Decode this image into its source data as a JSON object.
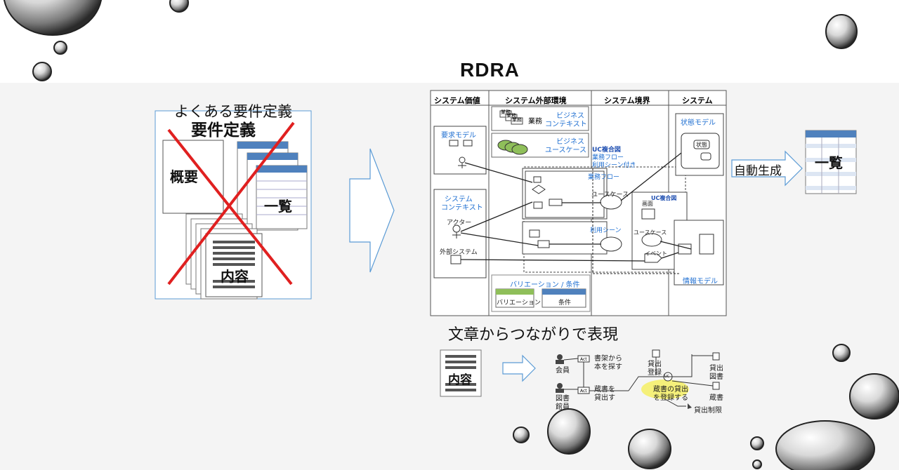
{
  "title": "RDRA",
  "left_panel": {
    "title": "よくある要件定義",
    "doc_title": "要件定義",
    "overview": "概要",
    "list": "一覧",
    "contents": "内容"
  },
  "rdra": {
    "columns": [
      "システム価値",
      "システム外部環境",
      "システム境界",
      "システム"
    ],
    "labels": {
      "business_context_1": "ビジネス",
      "business_context_2": "コンテキスト",
      "business_usecase_1": "ビジネス",
      "business_usecase_2": "ユースケース",
      "business_small_1": "業務",
      "business_small_2": "業務",
      "business_small_3": "業務",
      "business_main": "業務",
      "requirement_model": "要求モデル",
      "system_context_1": "システム",
      "system_context_2": "コンテキスト",
      "actor": "アクター",
      "external_system": "外部システム",
      "uc_composite_1": "UC複合図",
      "uc_composite_2": "業務フロー",
      "uc_composite_3": "利用シーン付き",
      "business_flow": "業務フロー",
      "usecase_1": "ユースケース",
      "usage_scene": "利用シーン",
      "uc_composite_small": "UC複合図",
      "screen": "画面",
      "usecase_2": "ユースケース",
      "event": "イベント",
      "state_model": "状態モデル",
      "state": "状態",
      "information_model": "情報モデル",
      "variation_title": "バリエーション / 条件",
      "variation": "バリエーション",
      "condition": "条件"
    }
  },
  "auto_generate": "自動生成",
  "list_out": "一覧",
  "bottom": {
    "title": "文章からつながりで表現",
    "contents": "内容",
    "act1": "Act",
    "act2": "Act",
    "member": "会員",
    "librarian_1": "図書",
    "librarian_2": "館員",
    "search_1": "書架から",
    "search_2": "本を探す",
    "lend_1": "蔵書を",
    "lend_2": "貸出す",
    "reg_1": "貸出",
    "reg_2": "登録",
    "uc": "UC",
    "usecase_1": "蔵書の貸出",
    "usecase_2": "を登録する",
    "book_1": "貸出",
    "book_2": "図書",
    "collection": "蔵書",
    "limit": "貸出制限"
  }
}
